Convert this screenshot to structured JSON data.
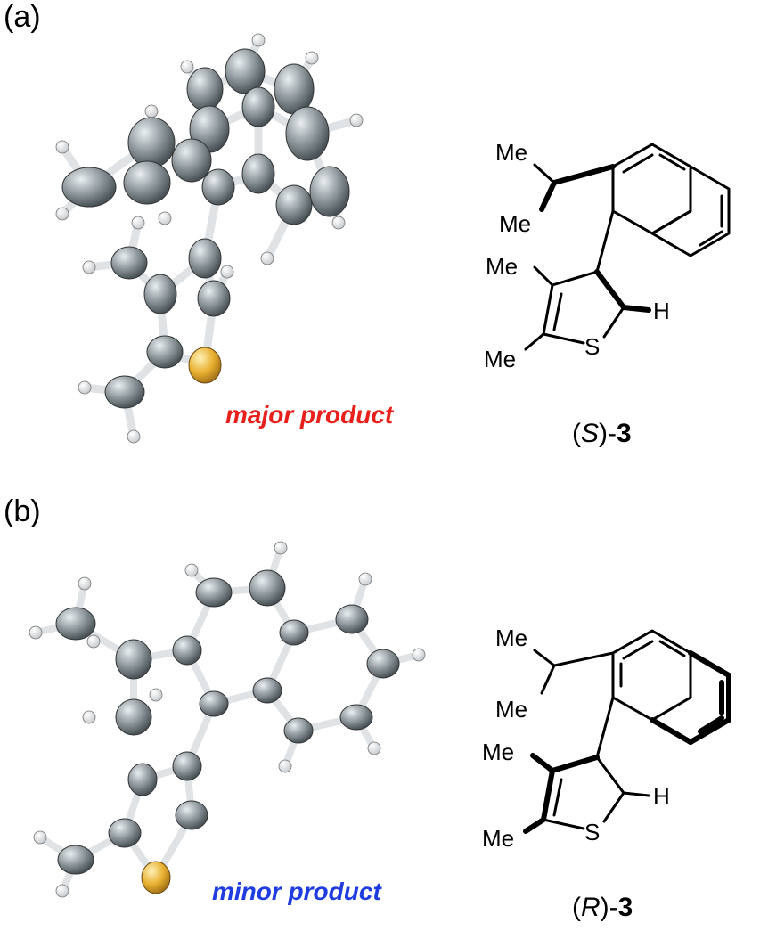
{
  "panels": [
    {
      "label": "(a)",
      "caption": "major product",
      "caption_color": "#e8201b",
      "compound_prefix": "(",
      "compound_stereo": "S",
      "compound_mid": ")-",
      "compound_number": "3",
      "atoms": {
        "me1": "Me",
        "me2": "Me",
        "me3": "Me",
        "me4": "Me",
        "s": "S",
        "h": "H"
      }
    },
    {
      "label": "(b)",
      "caption": "minor product",
      "caption_color": "#1f3ce0",
      "compound_prefix": "(",
      "compound_stereo": "R",
      "compound_mid": ")-",
      "compound_number": "3",
      "atoms": {
        "me1": "Me",
        "me2": "Me",
        "me3": "Me",
        "me4": "Me",
        "s": "S",
        "h": "H"
      }
    }
  ],
  "colors": {
    "carbon": "#8e979c",
    "hydrogen": "#ffffff",
    "sulfur": "#e8b030",
    "bond": "#dfe3e6"
  }
}
